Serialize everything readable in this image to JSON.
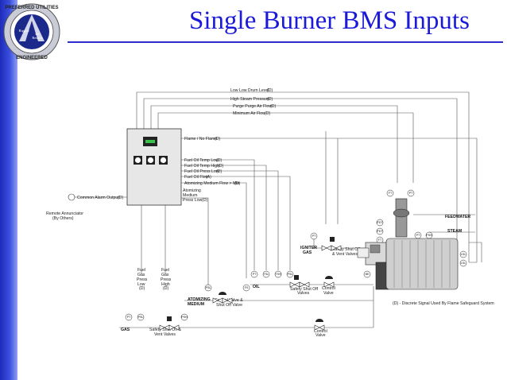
{
  "slide": {
    "title": "Single Burner BMS Inputs"
  },
  "logo": {
    "ring_text_top": "PREFERRED UTILITIES",
    "ring_text_bottom": "ENGINEERED",
    "center_line1": "Rigged",
    "center_line2": "for",
    "center_line3": "Results"
  },
  "diagram": {
    "top_signals": [
      {
        "label": "Low Low Drum Level",
        "note": "(D)"
      },
      {
        "label": "High Steam Pressure",
        "note": "(D)"
      },
      {
        "label": "Purge Purge Air Flow",
        "note": "(D)"
      },
      {
        "label": "Minimum Air Flow",
        "note": "(D)"
      }
    ],
    "flame": {
      "label": "Flame / No Flame",
      "note": "(D)"
    },
    "oil_signals": [
      {
        "label": "Fuel Oil Temp Low",
        "note": "(D)"
      },
      {
        "label": "Fuel Oil Temp High",
        "note": "(D)"
      },
      {
        "label": "Fuel Oil Press Low",
        "note": "(D)"
      },
      {
        "label": "Fuel Oil Flow",
        "note": "(A)"
      },
      {
        "label": "Atomizing Medium Flow > Min",
        "note": "(D)"
      }
    ],
    "atomizing_press": {
      "line1": "Atomizing",
      "line2": "Medium",
      "line3": "Press Low",
      "note": "(D)"
    },
    "alarm": {
      "label": "Common Alarm Output",
      "note": "(D)"
    },
    "annunciator": {
      "line1": "Remote Annunciator",
      "line2": "(By Others)"
    },
    "gas_press_low": {
      "line1": "Fuel",
      "line2": "Gas",
      "line3": "Press",
      "line4": "Low",
      "note": "(D)"
    },
    "gas_press_high": {
      "line1": "Fuel",
      "line2": "Gas",
      "line3": "Press",
      "line4": "High",
      "note": "(D)"
    },
    "igniter": {
      "label": "IGNITER",
      "label2": "GAS",
      "valve_line1": "Safety Shut Off",
      "valve_line2": "& Vent Valves"
    },
    "oil": {
      "label": "OIL",
      "safety_line1": "Safety Shut Off",
      "safety_line2": "Valves",
      "control_line1": "Control",
      "control_line2": "Valve"
    },
    "atomizing": {
      "label": "ATOMIZING",
      "label2": "MEDIUM",
      "valve_line1": "Control Valve &",
      "valve_line2": "Shut Off Valve"
    },
    "gas": {
      "label": "GAS",
      "safety_line1": "Safety Shut Off &",
      "safety_line2": "Vent Valves",
      "control_line1": "Control",
      "control_line2": "Valve"
    },
    "feedwater": "FEEDWATER",
    "steam": "STEAM",
    "legend": "(D) - Discrete Signal Used By Flame Safeguard System",
    "tags": {
      "pt": "PT",
      "pdt": "PDT",
      "ft": "FT",
      "tsl": "TSL",
      "tsh": "TSH",
      "psl": "PSL",
      "psh": "PSH",
      "lsl": "LSL",
      "pshh": "PSH",
      "fs": "FS",
      "be": "BE"
    }
  }
}
